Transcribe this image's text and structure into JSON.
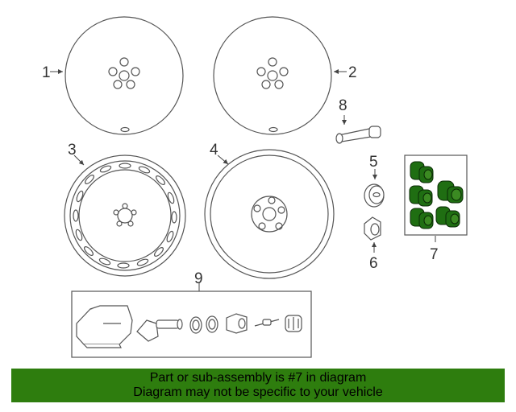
{
  "diagram": {
    "callouts": {
      "c1": "1",
      "c2": "2",
      "c3": "3",
      "c4": "4",
      "c5": "5",
      "c6": "6",
      "c7": "7",
      "c8": "8",
      "c9": "9"
    },
    "highlight_color": "#1f6e12",
    "stroke_color": "#555555"
  },
  "banner": {
    "line1": "Part or sub-assembly is #7 in diagram",
    "line2": "Diagram may not be specific to your vehicle",
    "background": "#2e7d0e"
  }
}
